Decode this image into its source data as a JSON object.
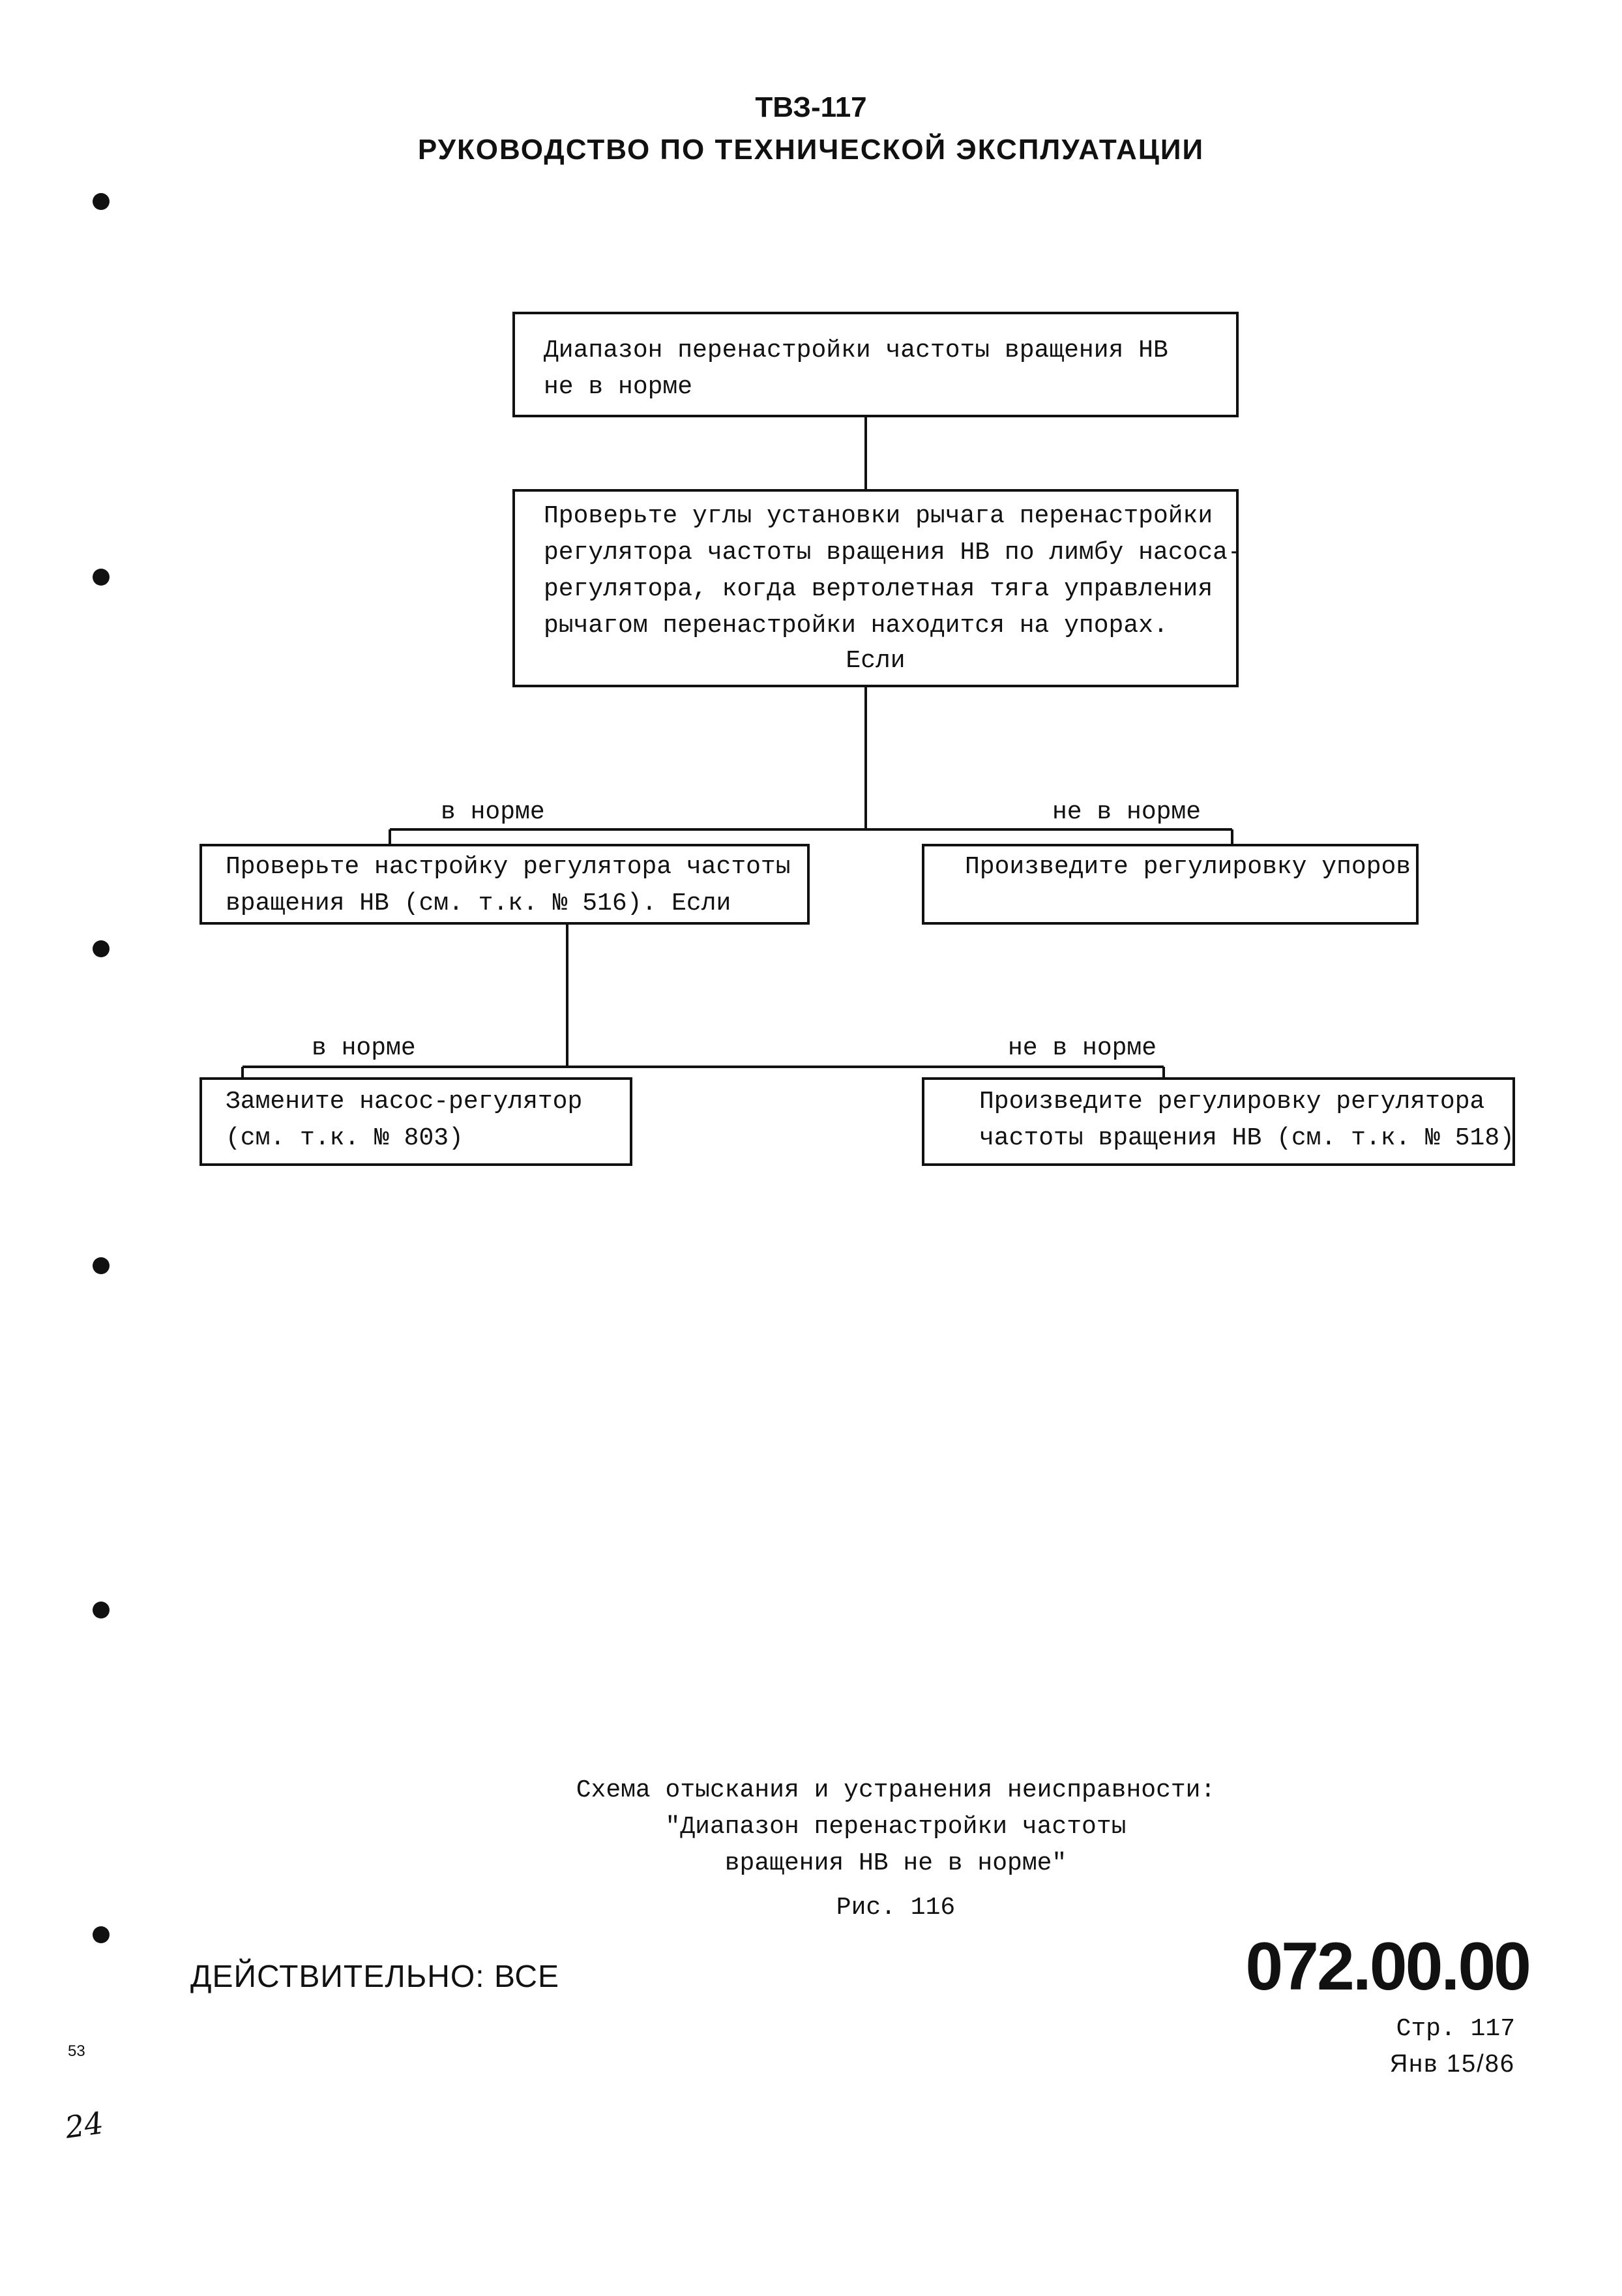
{
  "header": {
    "model": "ТВЗ-117",
    "title": "РУКОВОДСТВО ПО ТЕХНИЧЕСКОЙ ЭКСПЛУАТАЦИИ"
  },
  "flowchart": {
    "n1": "Диапазон перенастройки частоты вращения НВ\nне в норме",
    "n2": "Проверьте углы установки рычага перенастройки\nрегулятора частоты вращения НВ по лимбу насоса-\nрегулятора, когда вертолетная тяга управления\nрычагом перенастройки находится на упорах.",
    "n2_if": "Если",
    "b1_left": "в норме",
    "b1_right": "не в норме",
    "n3": "Проверьте настройку регулятора частоты\nвращения НВ (см. т.к. № 516). Если",
    "n4": "Произведите регулировку упоров",
    "b2_left": "в норме",
    "b2_right": "не в норме",
    "n5": "Замените насос-регулятор\n(см. т.к. № 803)",
    "n6": "Произведите регулировку регулятора\nчастоты вращения НВ (см. т.к. № 518)"
  },
  "caption": {
    "text": "Схема отыскания и устранения неисправности:\n\"Диапазон перенастройки частоты\nвращения НВ не в норме\"",
    "figure": "Рис. 116"
  },
  "footer": {
    "validity": "ДЕЙСТВИТЕЛЬНО: ВСЕ",
    "doc_number": "072.00.00",
    "page": "Стр. 117",
    "date": "Янв 15/86",
    "margin_note": "53",
    "handwritten": "24"
  }
}
